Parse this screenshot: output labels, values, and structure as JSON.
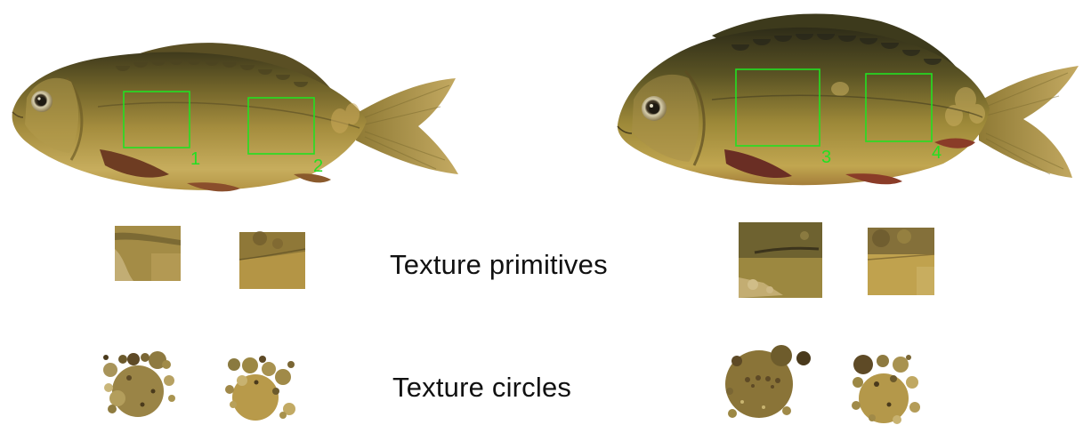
{
  "figure": {
    "region_labels": [
      "1",
      "2",
      "3",
      "4"
    ],
    "captions": {
      "texture_primitives": "Texture primitives",
      "texture_circles": "Texture circles"
    }
  },
  "colors": {
    "background": "#ffffff",
    "region_box": "#22e022",
    "fish_body": "#8e7a2e",
    "fish_back": "#4b4522",
    "fish_belly": "#c9b062",
    "fin": "#b89a4a",
    "fin_red": "#8c4a2a",
    "primitive_base": "#a48c46",
    "circle_base": "#9a8446",
    "circle_dark": "#5e4a26"
  },
  "icons": [
    "left-fish-illustration",
    "right-fish-illustration",
    "region-box",
    "texture-patch",
    "texture-circle-cluster"
  ]
}
